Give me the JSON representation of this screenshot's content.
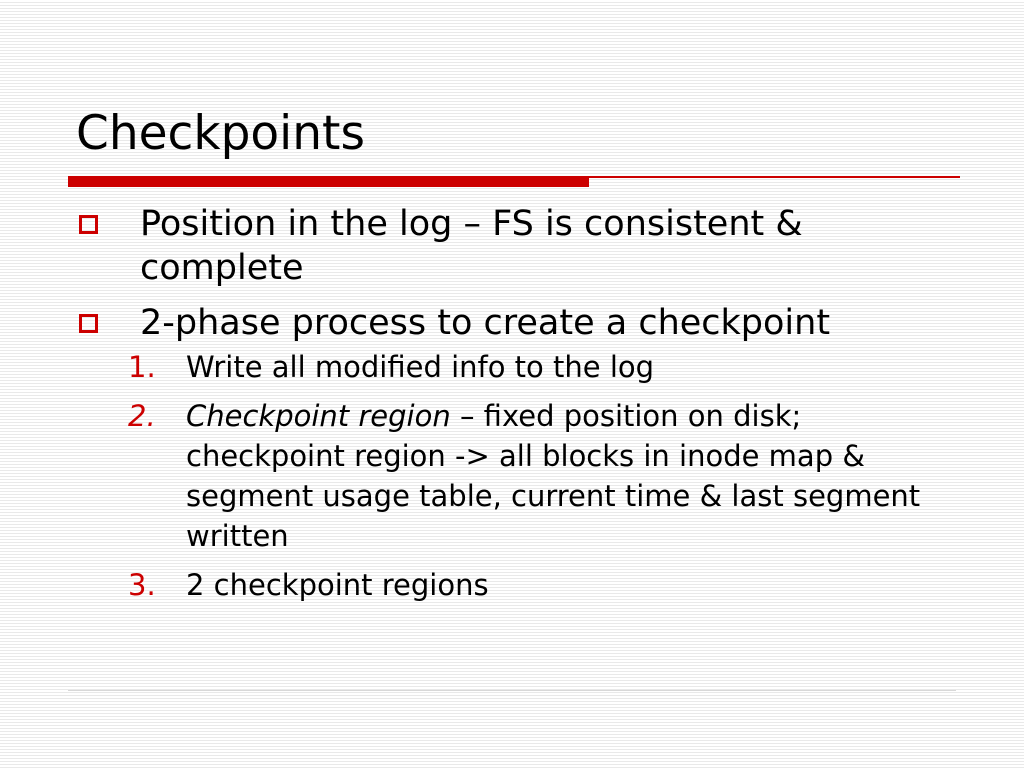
{
  "slide": {
    "title": "Checkpoints",
    "accent_color": "#cc0000",
    "bullets": [
      {
        "text": "Position in the log – FS is consistent & complete"
      },
      {
        "text": "2-phase process to create a checkpoint",
        "sub_items": [
          {
            "number": "1.",
            "text": "Write all modified info to the log"
          },
          {
            "number": "2.",
            "emphasis": "Checkpoint region",
            "text": " – fixed position on disk; checkpoint region -> all blocks in inode map & segment usage table, current time & last segment written"
          },
          {
            "number": "3.",
            "text": "2 checkpoint regions"
          }
        ]
      }
    ]
  }
}
